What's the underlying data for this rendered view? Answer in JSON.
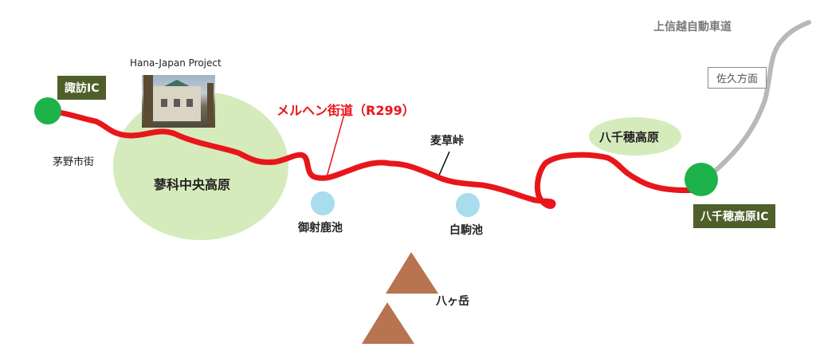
{
  "labels": {
    "suwa_ic": "諏訪IC",
    "chino_city": "茅野市街",
    "project_name": "Hana-Japan Project",
    "tateshina": "蓼科中央高原",
    "route_name": "メルヘン街道（R299）",
    "mishaka_pond": "御射鹿池",
    "mugikusa_pass": "麦草峠",
    "shirakoma_pond": "白駒池",
    "yatsugatake": "八ヶ岳",
    "yachiho_plateau": "八千穂高原",
    "yachiho_ic": "八千穂高原IC",
    "saku_direction": "佐久方面",
    "expressway": "上信越自動車道"
  },
  "colors": {
    "route": "#e8161b",
    "ic_marker": "#1db34a",
    "plateau_area": "#d6ebbb",
    "pond": "#a9dcec",
    "mountain": "#b87350",
    "expressway": "#b8b8b8",
    "ic_label_bg": "#4e5f2a"
  }
}
